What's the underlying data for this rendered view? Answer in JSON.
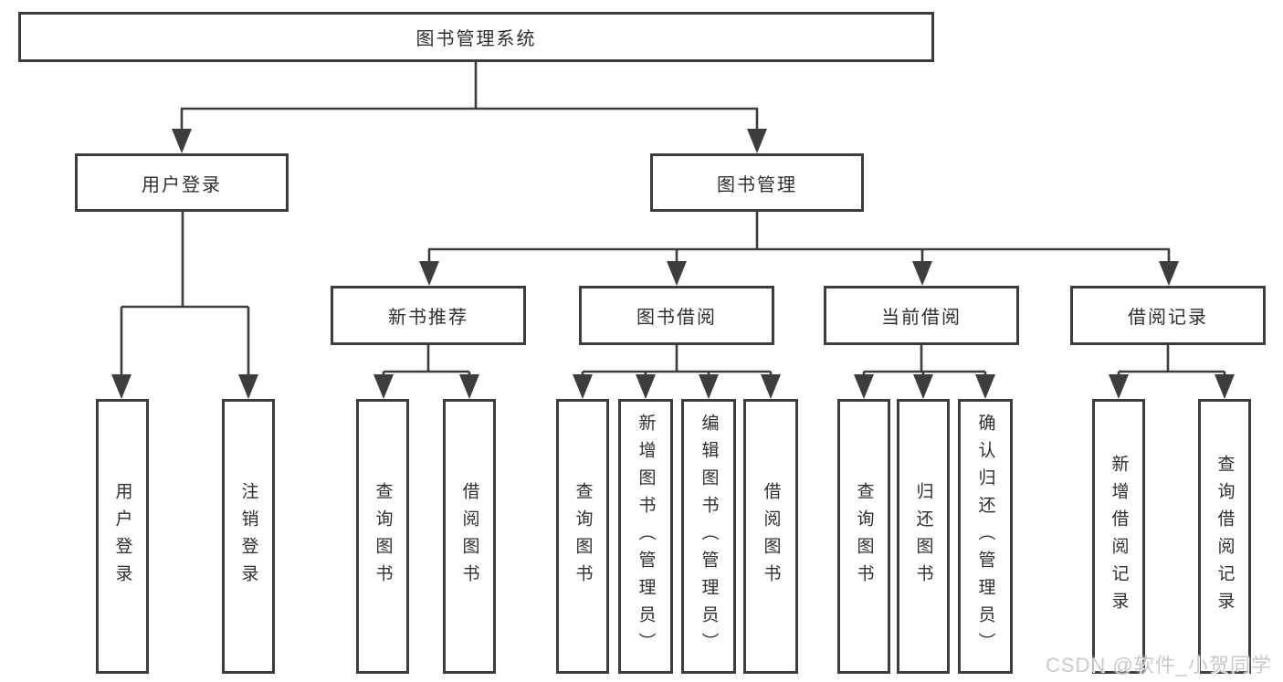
{
  "diagram": {
    "root": {
      "label": "图书管理系统"
    },
    "level2": [
      {
        "label": "用户登录"
      },
      {
        "label": "图书管理"
      }
    ],
    "level3": [
      {
        "label": "新书推荐"
      },
      {
        "label": "图书借阅"
      },
      {
        "label": "当前借阅"
      },
      {
        "label": "借阅记录"
      }
    ],
    "leaves": [
      {
        "label": "用户登录",
        "parent": "用户登录"
      },
      {
        "label": "注销登录",
        "parent": "用户登录"
      },
      {
        "label": "查询图书",
        "parent": "新书推荐"
      },
      {
        "label": "借阅图书",
        "parent": "新书推荐"
      },
      {
        "label": "查询图书",
        "parent": "图书借阅"
      },
      {
        "label": "新增图书（管理员）",
        "parent": "图书借阅"
      },
      {
        "label": "编辑图书（管理员）",
        "parent": "图书借阅"
      },
      {
        "label": "借阅图书",
        "parent": "图书借阅"
      },
      {
        "label": "查询图书",
        "parent": "当前借阅"
      },
      {
        "label": "归还图书",
        "parent": "当前借阅"
      },
      {
        "label": "确认归还（管理员）",
        "parent": "当前借阅"
      },
      {
        "label": "新增借阅记录",
        "parent": "借阅记录"
      },
      {
        "label": "查询借阅记录",
        "parent": "借阅记录"
      }
    ],
    "colors": {
      "line": "#3d3d3d",
      "box_border": "#3d3d3d",
      "text": "#2f2f2f",
      "background": "#ffffff",
      "watermark": "#c3c7cc"
    }
  },
  "watermark": {
    "text": "CSDN @软件_小贺同学"
  }
}
